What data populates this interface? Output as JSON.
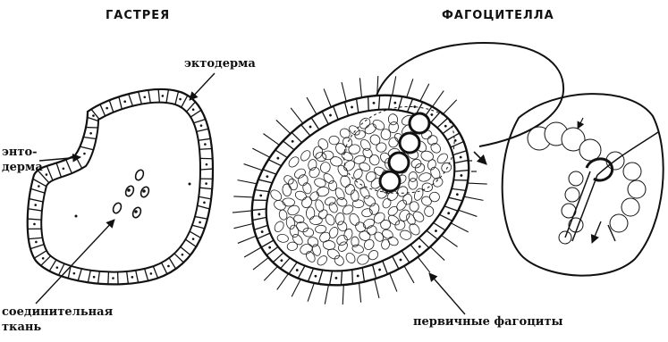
{
  "titles": {
    "left": "ГАСТРЕЯ",
    "right": "ФАГОЦИТЕЛЛА"
  },
  "labels": {
    "ectoderm": "эктодерма",
    "endoderm_line1": "энто-",
    "endoderm_line2": "дерма",
    "connective_line1": "соединительная",
    "connective_line2": "ткань",
    "phagocytes": "первичные фагоциты"
  },
  "colors": {
    "ink": "#111111",
    "background": "#ffffff"
  }
}
